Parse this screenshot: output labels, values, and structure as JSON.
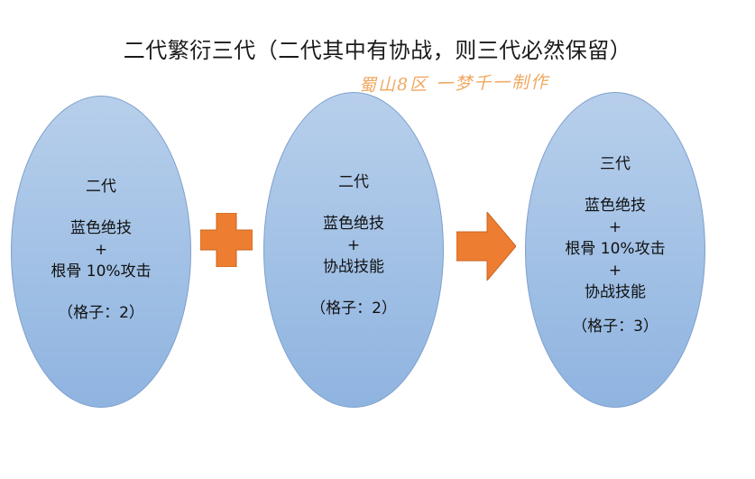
{
  "title": "二代繁衍三代（二代其中有协战，则三代必然保留）",
  "watermark": "蜀山8区  一梦千一制作",
  "colors": {
    "ellipse_top": "#b7cfeb",
    "ellipse_bottom": "#8fb4e0",
    "ellipse_border": "#7fa0cc",
    "orange": "#ed7d31"
  },
  "icons": {
    "plus": "plus-icon",
    "arrow": "arrow-right-icon"
  },
  "nodes": [
    {
      "heading": "二代",
      "line1": "蓝色绝技",
      "plus": "+",
      "line2": "根骨 10%攻击",
      "slots": "（格子：2）"
    },
    {
      "heading": "二代",
      "line1": "蓝色绝技",
      "plus": "+",
      "line2": "协战技能",
      "slots": "（格子：2）"
    },
    {
      "heading": "三代",
      "line1": "蓝色绝技",
      "plus": "+",
      "line2": "根骨 10%攻击",
      "plus2": "+",
      "line3": "协战技能",
      "slots": "（格子：3）"
    }
  ]
}
